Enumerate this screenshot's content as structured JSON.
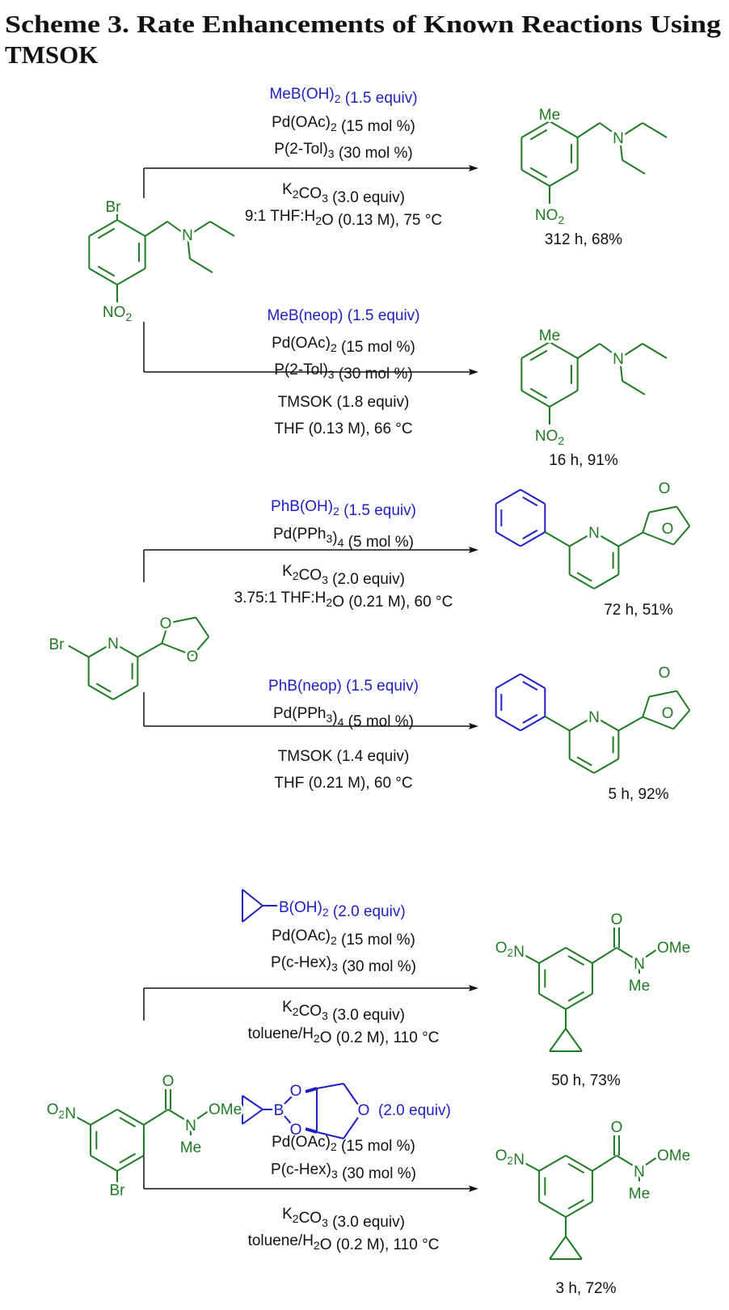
{
  "title": {
    "line1": "Scheme 3. Rate Enhancements of Known Reactions Using",
    "line2": "TMSOK"
  },
  "colors": {
    "substrate": "#1f7a24",
    "reagent": "#1c1fc4",
    "text": "#111111"
  },
  "reactions": [
    {
      "above": [
        "MeB(OH)2 (1.5 equiv)",
        "Pd(OAc)2 (15 mol %)",
        "P(2-Tol)3 (30 mol %)"
      ],
      "below": [
        "K2CO3 (3.0 equiv)",
        "9:1 THF:H2O (0.13 M), 75 °C"
      ],
      "yield": "312 h, 68%",
      "product_atoms": [
        "Me",
        "N",
        "NO2"
      ]
    },
    {
      "above": [
        "MeB(neop) (1.5 equiv)",
        "Pd(OAc)2 (15 mol %)",
        "P(2-Tol)3 (30 mol %)"
      ],
      "below": [
        "TMSOK (1.8 equiv)",
        "THF (0.13 M), 66 °C"
      ],
      "yield": "16 h, 91%",
      "product_atoms": [
        "Me",
        "N",
        "NO2"
      ]
    },
    {
      "above": [
        "PhB(OH)2 (1.5 equiv)",
        "Pd(PPh3)4 (5 mol %)"
      ],
      "below": [
        "K2CO3 (2.0 equiv)",
        "3.75:1 THF:H2O (0.21 M), 60 °C"
      ],
      "yield": "72 h, 51%",
      "product_atoms": [
        "N",
        "O",
        "O"
      ]
    },
    {
      "above": [
        "PhB(neop) (1.5 equiv)",
        "Pd(PPh3)4 (5 mol %)"
      ],
      "below": [
        "TMSOK (1.4 equiv)",
        "THF (0.21 M), 60 °C"
      ],
      "yield": "5 h, 92%",
      "product_atoms": [
        "N",
        "O",
        "O"
      ]
    },
    {
      "above": [
        "B(OH)2 (2.0 equiv)",
        "Pd(OAc)2 (15 mol %)",
        "P(c-Hex)3 (30 mol %)"
      ],
      "below": [
        "K2CO3 (3.0 equiv)",
        "toluene/H2O (0.2 M), 110 °C"
      ],
      "yield": "50 h, 73%",
      "product_atoms": [
        "O",
        "O2N",
        "N",
        "OMe",
        "Me"
      ]
    },
    {
      "above": [
        "(2.0 equiv)",
        "Pd(OAc)2 (15 mol %)",
        "P(c-Hex)3 (30 mol %)"
      ],
      "boronate_atoms": [
        "B",
        "O",
        "O",
        "O"
      ],
      "below": [
        "K2CO3 (3.0 equiv)",
        "toluene/H2O (0.2 M), 110 °C"
      ],
      "yield": "3 h, 72%",
      "product_atoms": [
        "O",
        "O2N",
        "N",
        "OMe",
        "Me"
      ]
    }
  ],
  "substrates": [
    {
      "atoms": [
        "Br",
        "N",
        "NO2"
      ]
    },
    {
      "atoms": [
        "Br",
        "N",
        "O",
        "O"
      ]
    },
    {
      "atoms": [
        "O",
        "O2N",
        "N",
        "OMe",
        "Me",
        "Br"
      ]
    }
  ]
}
